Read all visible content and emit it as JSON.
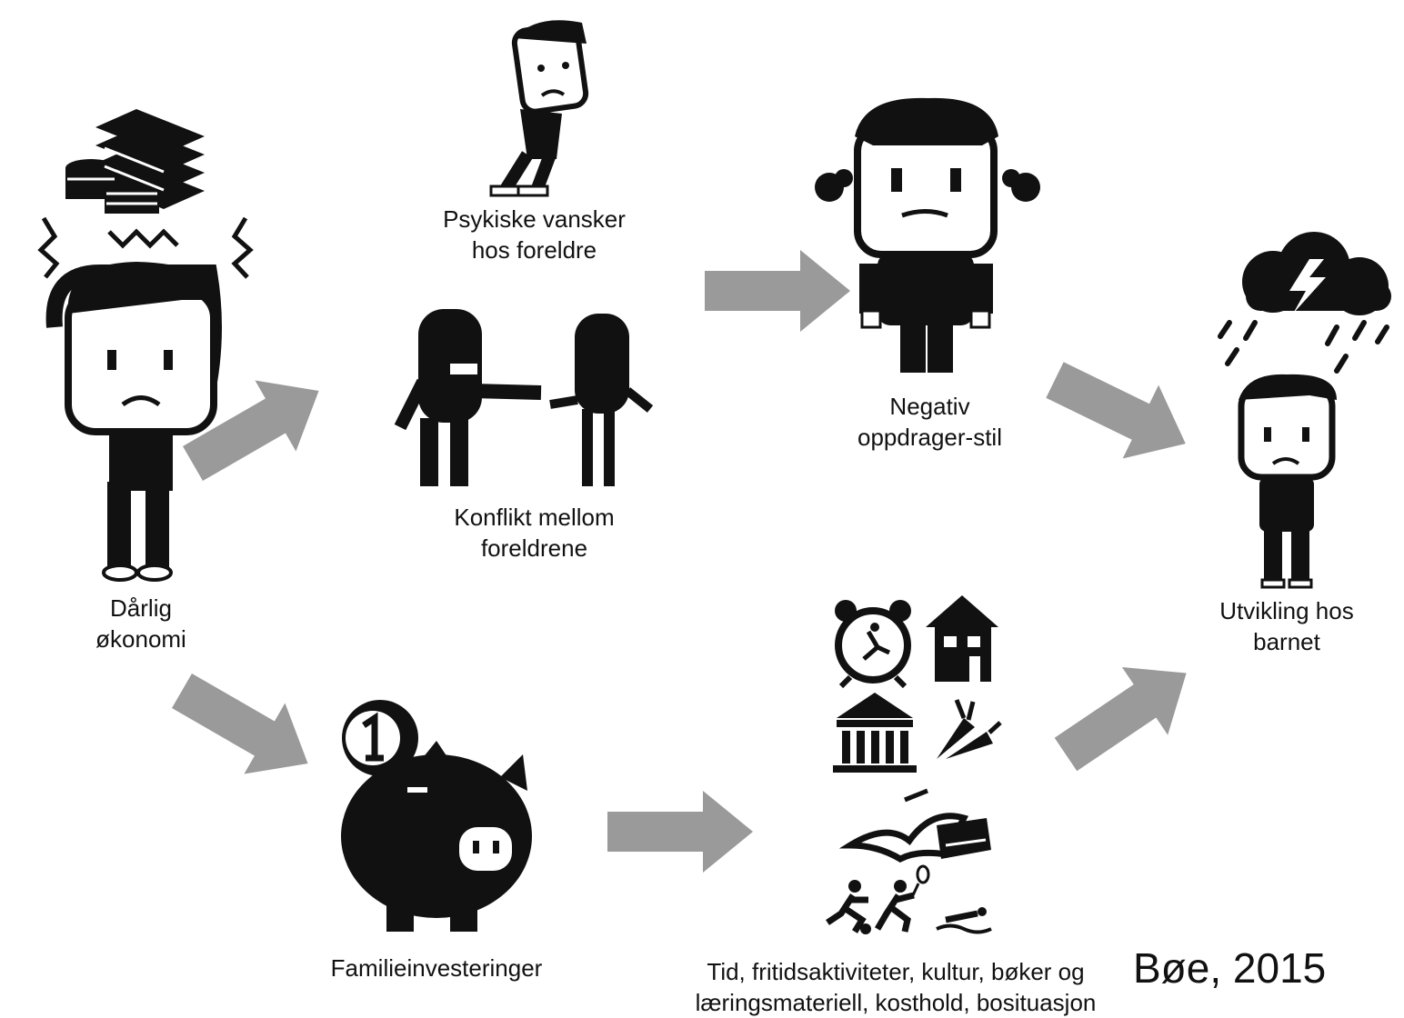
{
  "nodes": {
    "poor_economy": [
      "Dårlig",
      "økonomi"
    ],
    "parent_mental": [
      "Psykiske vansker",
      "hos foreldre"
    ],
    "parent_conflict": [
      "Konflikt mellom",
      "foreldrene"
    ],
    "negative_parenting": [
      "Negativ",
      "oppdrager-stil"
    ],
    "child_development": [
      "Utvikling hos",
      "barnet"
    ],
    "family_investments": [
      "Familieinvesteringer"
    ],
    "resources": [
      "Tid, fritidsaktiviteter, kultur, bøker og",
      "læringsmateriell, kosthold, bosituasjon"
    ]
  },
  "citation": "Bøe, 2015",
  "colors": {
    "arrow": "#9a9a9a",
    "ink": "#111111"
  },
  "icons": [
    "money-stack-icon",
    "stressed-man-icon",
    "sad-man-icon",
    "arguing-couple-icon",
    "angry-man-icon",
    "sad-child-icon",
    "storm-cloud-icon",
    "piggy-bank-icon",
    "coin-icon",
    "alarm-clock-icon",
    "house-icon",
    "museum-icon",
    "carrots-icon",
    "books-icon",
    "sports-icon"
  ]
}
